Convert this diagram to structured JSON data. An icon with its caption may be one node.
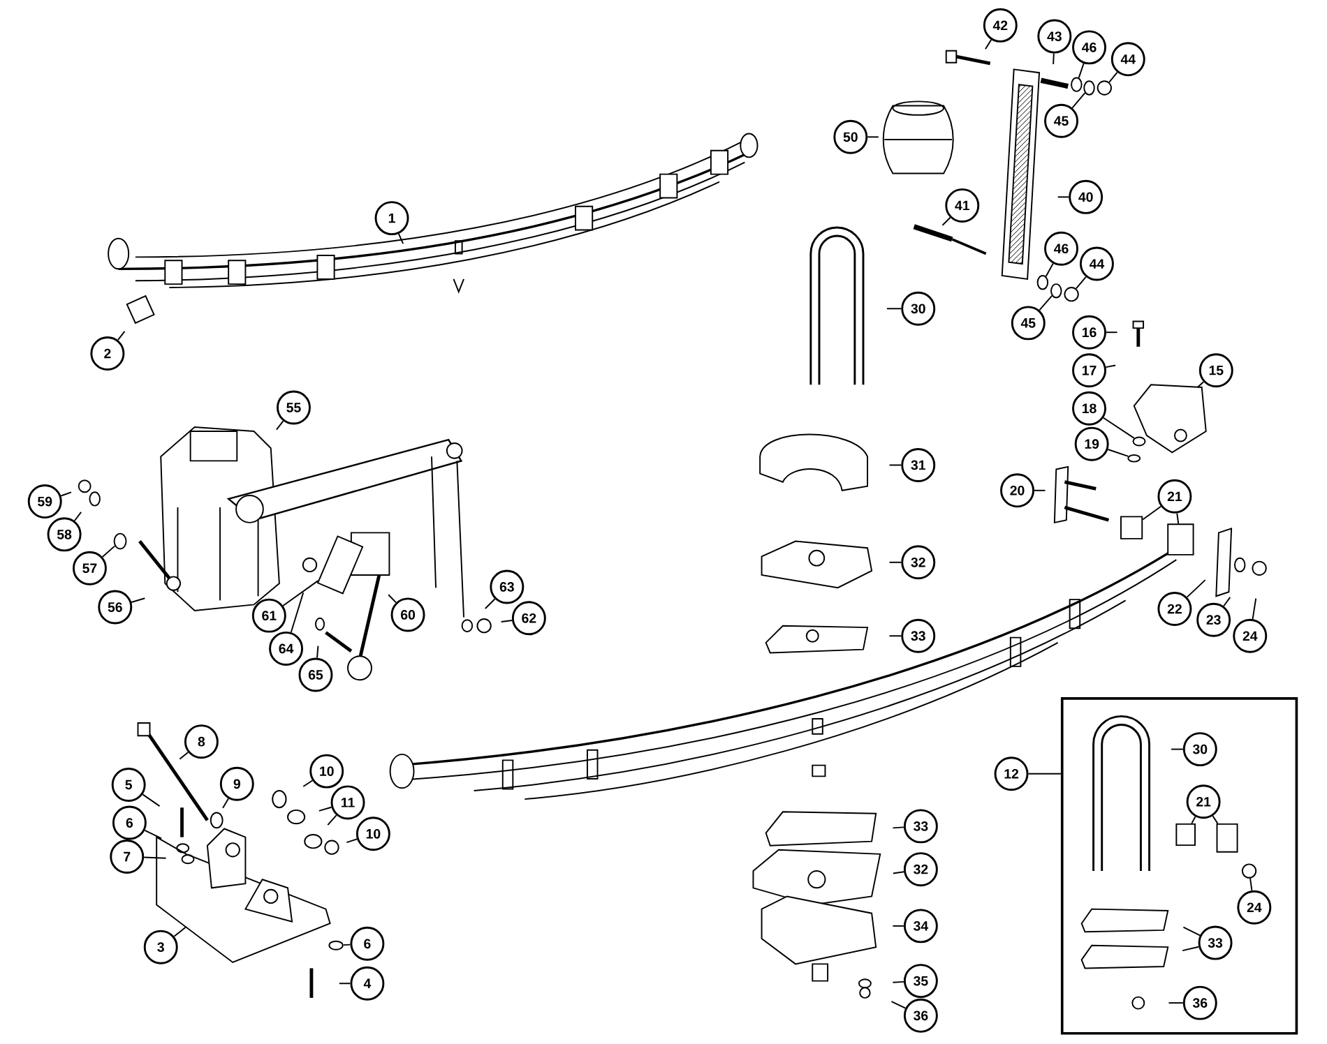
{
  "diagram": {
    "nodes": [
      {
        "text": [
          "1"
        ]
      },
      {
        "text": [
          "2"
        ]
      },
      {
        "text": [
          "42"
        ]
      },
      {
        "text": [
          "43"
        ]
      },
      {
        "text": [
          "46"
        ]
      },
      {
        "text": [
          "44"
        ]
      },
      {
        "text": [
          "45"
        ]
      },
      {
        "text": [
          "50"
        ]
      },
      {
        "text": [
          "40"
        ]
      },
      {
        "text": [
          "41"
        ]
      },
      {
        "text": [
          "46"
        ]
      },
      {
        "text": [
          "44"
        ]
      },
      {
        "text": [
          "30"
        ]
      },
      {
        "text": [
          "45"
        ]
      },
      {
        "text": [
          "16"
        ]
      },
      {
        "text": [
          "17"
        ]
      },
      {
        "text": [
          "15"
        ]
      },
      {
        "text": [
          "55"
        ]
      },
      {
        "text": [
          "18"
        ]
      },
      {
        "text": [
          "19"
        ]
      },
      {
        "text": [
          "31"
        ]
      },
      {
        "text": [
          "20"
        ]
      },
      {
        "text": [
          "21"
        ]
      },
      {
        "text": [
          "59"
        ]
      },
      {
        "text": [
          "58"
        ]
      },
      {
        "text": [
          "57"
        ]
      },
      {
        "text": [
          "32"
        ]
      },
      {
        "text": [
          "63"
        ]
      },
      {
        "text": [
          "56"
        ]
      },
      {
        "text": [
          "61"
        ]
      },
      {
        "text": [
          "60"
        ]
      },
      {
        "text": [
          "62"
        ]
      },
      {
        "text": [
          "22"
        ]
      },
      {
        "text": [
          "23"
        ]
      },
      {
        "text": [
          "24"
        ]
      },
      {
        "text": [
          "33"
        ]
      },
      {
        "text": [
          "64"
        ]
      },
      {
        "text": [
          "65"
        ]
      },
      {
        "text": [
          "8"
        ]
      },
      {
        "text": [
          "10"
        ]
      },
      {
        "text": [
          "12"
        ]
      },
      {
        "text": [],
        "shape": "box"
      },
      {
        "text": [
          "30"
        ],
        "in": 41
      },
      {
        "text": [
          "9"
        ]
      },
      {
        "text": [
          "5"
        ]
      },
      {
        "text": [
          "11"
        ]
      },
      {
        "text": [
          "21"
        ],
        "in": 41
      },
      {
        "text": [
          "6"
        ]
      },
      {
        "text": [
          "33"
        ]
      },
      {
        "text": [
          "10"
        ]
      },
      {
        "text": [
          "7"
        ]
      },
      {
        "text": [
          "32"
        ]
      },
      {
        "text": [
          "24"
        ],
        "in": 41
      },
      {
        "text": [
          "34"
        ]
      },
      {
        "text": [
          "33"
        ],
        "in": 41
      },
      {
        "text": [
          "6"
        ]
      },
      {
        "text": [
          "3"
        ]
      },
      {
        "text": [
          "35"
        ]
      },
      {
        "text": [
          "4"
        ]
      },
      {
        "text": [
          "36"
        ],
        "in": 41
      },
      {
        "text": [
          "36"
        ]
      },
      {
        "text": [],
        "shape": "circle"
      },
      {
        "text": [],
        "shape": "circle"
      },
      {
        "text": [],
        "shape": "circle"
      },
      {
        "text": [],
        "shape": "circle"
      },
      {
        "text": [],
        "shape": "circle"
      },
      {
        "text": [],
        "shape": "circle"
      },
      {
        "text": [],
        "shape": "circle"
      },
      {
        "text": [],
        "shape": "circle"
      },
      {
        "text": [],
        "shape": "box"
      },
      {
        "text": [],
        "shape": "box"
      },
      {
        "text": [],
        "shape": "circle"
      },
      {
        "text": [],
        "shape": "box"
      },
      {
        "text": [],
        "shape": "box",
        "in": 41
      },
      {
        "text": [],
        "shape": "box",
        "in": 41
      },
      {
        "text": [],
        "shape": "circle",
        "in": 41
      },
      {
        "text": [],
        "shape": "circle"
      }
    ],
    "edges": [
      {
        "from": 0,
        "to": null,
        "arrow": "none"
      },
      {
        "from": 1,
        "to": null,
        "arrow": "none"
      },
      {
        "from": 2,
        "to": null,
        "arrow": "none"
      },
      {
        "from": 3,
        "to": null,
        "arrow": "none"
      },
      {
        "from": 4,
        "to": 61,
        "arrow": "none"
      },
      {
        "from": 5,
        "to": 63,
        "arrow": "none"
      },
      {
        "from": 6,
        "to": 62,
        "arrow": "none"
      },
      {
        "from": 7,
        "to": null,
        "arrow": "none"
      },
      {
        "from": 8,
        "to": null,
        "arrow": "none"
      },
      {
        "from": 9,
        "to": null,
        "arrow": "none"
      },
      {
        "from": 10,
        "to": 64,
        "arrow": "none"
      },
      {
        "from": 11,
        "to": 66,
        "arrow": "none"
      },
      {
        "from": 12,
        "to": null,
        "arrow": "none"
      },
      {
        "from": 13,
        "to": 65,
        "arrow": "none"
      },
      {
        "from": 14,
        "to": null,
        "arrow": "none"
      },
      {
        "from": 15,
        "to": null,
        "arrow": "none"
      },
      {
        "from": 16,
        "to": null,
        "arrow": "none"
      },
      {
        "from": 17,
        "to": null,
        "arrow": "none"
      },
      {
        "from": 18,
        "to": 67,
        "arrow": "none"
      },
      {
        "from": 19,
        "to": 68,
        "arrow": "none"
      },
      {
        "from": 20,
        "to": null,
        "arrow": "none"
      },
      {
        "from": 21,
        "to": null,
        "arrow": "none"
      },
      {
        "from": 22,
        "to": 69,
        "arrow": "none"
      },
      {
        "from": 22,
        "to": 70,
        "arrow": "none"
      },
      {
        "from": 23,
        "to": null,
        "arrow": "none"
      },
      {
        "from": 24,
        "to": null,
        "arrow": "none"
      },
      {
        "from": 25,
        "to": 71,
        "arrow": "none"
      },
      {
        "from": 26,
        "to": null,
        "arrow": "none"
      },
      {
        "from": 27,
        "to": null,
        "arrow": "none"
      },
      {
        "from": 28,
        "to": null,
        "arrow": "none"
      },
      {
        "from": 29,
        "to": 72,
        "arrow": "none"
      },
      {
        "from": 30,
        "to": null,
        "arrow": "none"
      },
      {
        "from": 31,
        "to": null,
        "arrow": "none"
      },
      {
        "from": 32,
        "to": null,
        "arrow": "none"
      },
      {
        "from": 33,
        "to": null,
        "arrow": "none"
      },
      {
        "from": 34,
        "to": null,
        "arrow": "none"
      },
      {
        "from": 35,
        "to": null,
        "arrow": "none"
      },
      {
        "from": 36,
        "to": null,
        "arrow": "none"
      },
      {
        "from": 37,
        "to": null,
        "arrow": "none"
      },
      {
        "from": 38,
        "to": null,
        "arrow": "none"
      },
      {
        "from": 39,
        "to": null,
        "arrow": "none"
      },
      {
        "from": 40,
        "to": 41,
        "arrow": "none"
      },
      {
        "from": 42,
        "to": null,
        "arrow": "none"
      },
      {
        "from": 43,
        "to": null,
        "arrow": "none"
      },
      {
        "from": 44,
        "to": null,
        "arrow": "none"
      },
      {
        "from": 45,
        "to": null,
        "arrow": "none"
      },
      {
        "from": 45,
        "to": null,
        "arrow": "none"
      },
      {
        "from": 46,
        "to": 73,
        "arrow": "none"
      },
      {
        "from": 46,
        "to": 74,
        "arrow": "none"
      },
      {
        "from": 47,
        "to": null,
        "arrow": "none"
      },
      {
        "from": 48,
        "to": null,
        "arrow": "none"
      },
      {
        "from": 49,
        "to": null,
        "arrow": "none"
      },
      {
        "from": 50,
        "to": null,
        "arrow": "none"
      },
      {
        "from": 51,
        "to": null,
        "arrow": "none"
      },
      {
        "from": 52,
        "to": 75,
        "arrow": "none"
      },
      {
        "from": 53,
        "to": null,
        "arrow": "none"
      },
      {
        "from": 54,
        "to": null,
        "arrow": "none"
      },
      {
        "from": 54,
        "to": null,
        "arrow": "none"
      },
      {
        "from": 55,
        "to": 76,
        "arrow": "none"
      },
      {
        "from": 56,
        "to": null,
        "arrow": "none"
      },
      {
        "from": 57,
        "to": null,
        "arrow": "none"
      },
      {
        "from": 58,
        "to": null,
        "arrow": "none"
      },
      {
        "from": 59,
        "to": null,
        "arrow": "none"
      },
      {
        "from": 60,
        "to": null,
        "arrow": "none"
      }
    ]
  }
}
